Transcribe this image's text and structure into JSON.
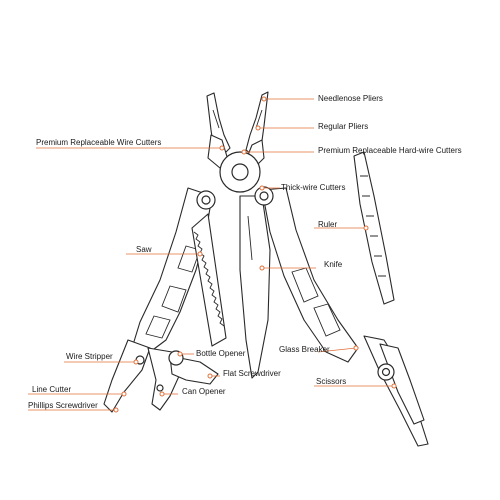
{
  "diagram": {
    "labels": {
      "needlenose_pliers": "Needlenose Pliers",
      "regular_pliers": "Regular Pliers",
      "premium_wire_cutters": "Premium Replaceable Wire Cutters",
      "premium_hardwire_cutters": "Premium Replaceable Hard-wire Cutters",
      "thick_wire_cutters": "Thick-wire Cutters",
      "ruler": "Ruler",
      "saw": "Saw",
      "knife": "Knife",
      "glass_breaker": "Glass Breaker",
      "wire_stripper": "Wire Stripper",
      "bottle_opener": "Bottle Opener",
      "flat_screwdriver": "Flat Screwdriver",
      "scissors": "Scissors",
      "line_cutter": "Line Cutter",
      "can_opener": "Can Opener",
      "phillips_screwdriver": "Phillips Screwdriver"
    },
    "colors": {
      "leader_line": "#e0703a",
      "outline": "#2a2a2a",
      "background": "#ffffff"
    }
  }
}
